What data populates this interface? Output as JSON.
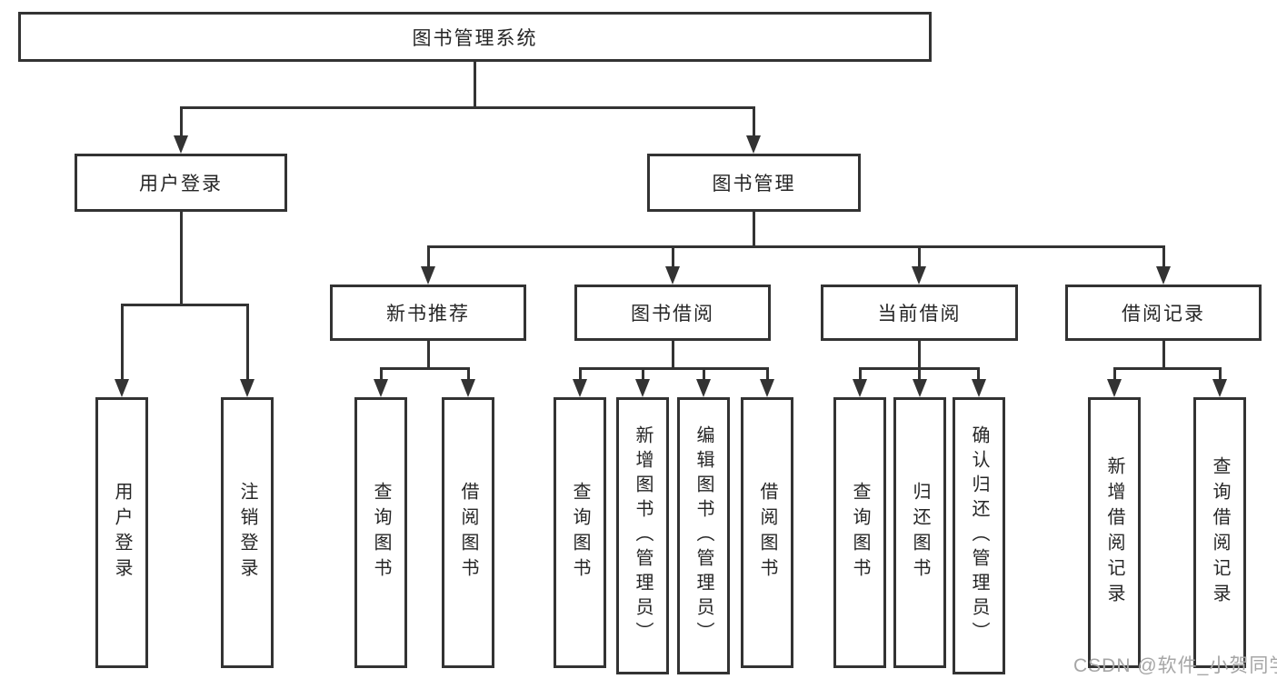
{
  "diagram": {
    "type": "tree",
    "root": "图书管理系统",
    "level2": [
      "用户登录",
      "图书管理"
    ],
    "level3": [
      "新书推荐",
      "图书借阅",
      "当前借阅",
      "借阅记录"
    ],
    "leaves": [
      "用户登录",
      "注销登录",
      "查询图书",
      "借阅图书",
      "查询图书",
      "新增图书（管理员）",
      "编辑图书（管理员）",
      "借阅图书",
      "查询图书",
      "归还图书",
      "确认归还（管理员）",
      "新增借阅记录",
      "查询借阅记录"
    ],
    "hierarchy": {
      "图书管理系统": {
        "用户登录": [
          "用户登录",
          "注销登录"
        ],
        "图书管理": {
          "新书推荐": [
            "查询图书",
            "借阅图书"
          ],
          "图书借阅": [
            "查询图书",
            "新增图书（管理员）",
            "编辑图书（管理员）",
            "借阅图书"
          ],
          "当前借阅": [
            "查询图书",
            "归还图书",
            "确认归还（管理员）"
          ],
          "借阅记录": [
            "新增借阅记录",
            "查询借阅记录"
          ]
        }
      }
    }
  },
  "watermark": "CSDN @软件_小贺同学",
  "colors": {
    "line": "#333333",
    "text": "#262626",
    "box_background": "#ffffff",
    "watermark": "#a6a6a6",
    "page_background": "#ffffff"
  }
}
